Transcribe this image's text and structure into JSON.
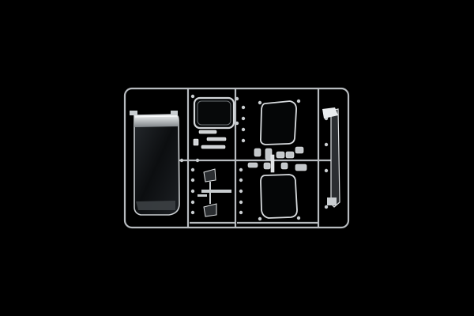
{
  "scene": {
    "subject": "clear-plastic-model-kit-sprue",
    "background_color": "#000000",
    "frame_color": "#b9bcc0",
    "part_color": "#d6d9dc",
    "part_highlight_color": "#f2f4f5",
    "part_shadow_color": "#3a3d40",
    "parts": [
      {
        "icon": "windshield-part"
      },
      {
        "icon": "rear-window-part"
      },
      {
        "icon": "side-window-left-part"
      },
      {
        "icon": "side-window-right-part"
      },
      {
        "icon": "light-lens-part"
      },
      {
        "icon": "mirror-glass-part"
      }
    ]
  }
}
